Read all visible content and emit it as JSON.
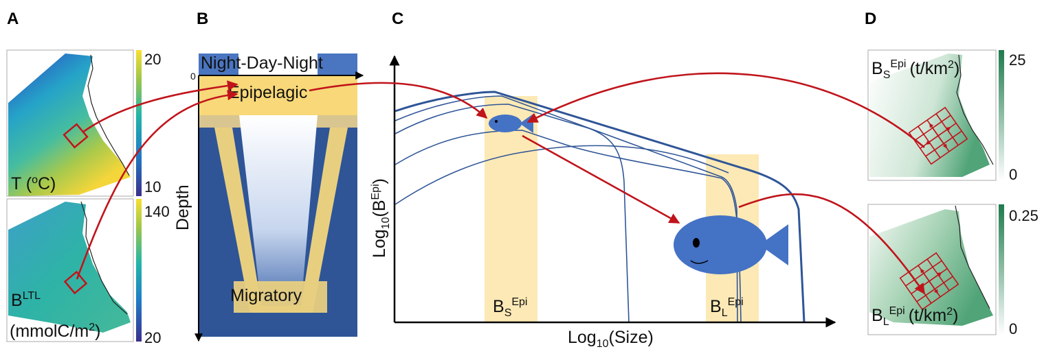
{
  "panels": {
    "a": {
      "label": "A",
      "map_top": {
        "var_prefix": "T (",
        "var_sup": "o",
        "var_suffix": "C)",
        "cbar_max": "20",
        "cbar_min": "10"
      },
      "map_bottom": {
        "var_base": "B",
        "var_sup": "LTL",
        "unit": "(mmolC/m",
        "unit_sup": "2",
        "unit_close": ")",
        "cbar_max": "140",
        "cbar_min": "20"
      }
    },
    "b": {
      "label": "B",
      "top_text": "Night-Day-Night",
      "zero_tick": "0",
      "epipelagic_label": "Epipelagic",
      "migratory_label": "Migratory",
      "y_axis_label": "Depth"
    },
    "c": {
      "label": "C",
      "x_axis_label_base": "Log",
      "x_axis_label_sub": "10",
      "x_axis_label_rest": "(Size)",
      "y_axis_label_base": "Log",
      "y_axis_label_sub": "10",
      "y_axis_label_mid": "(B",
      "y_axis_label_sup": "Epi",
      "y_axis_label_close": ")",
      "small_band": {
        "base": "B",
        "sub": "S",
        "sup": "Epi"
      },
      "large_band": {
        "base": "B",
        "sub": "L",
        "sup": "Epi"
      }
    },
    "d": {
      "label": "D",
      "map_top": {
        "base": "B",
        "sub": "S",
        "sup": "Epi",
        "unit": "(t/km",
        "unit_sup": "2",
        "unit_close": ")",
        "cbar_max": "25",
        "cbar_min": "0"
      },
      "map_bottom": {
        "base": "B",
        "sub": "L",
        "sup": "Epi",
        "unit": "(t/km",
        "unit_sup": "2",
        "unit_close": ")",
        "cbar_max": "0.25",
        "cbar_min": "0"
      }
    }
  },
  "colors": {
    "arrow_red": "#c0141b",
    "ocean_blue": "#2f5597",
    "band_yellow": "#fde9b5",
    "epipelagic_yellow": "#f8d878",
    "fish_blue": "#4472c4",
    "map_green": "#2e8b57"
  }
}
